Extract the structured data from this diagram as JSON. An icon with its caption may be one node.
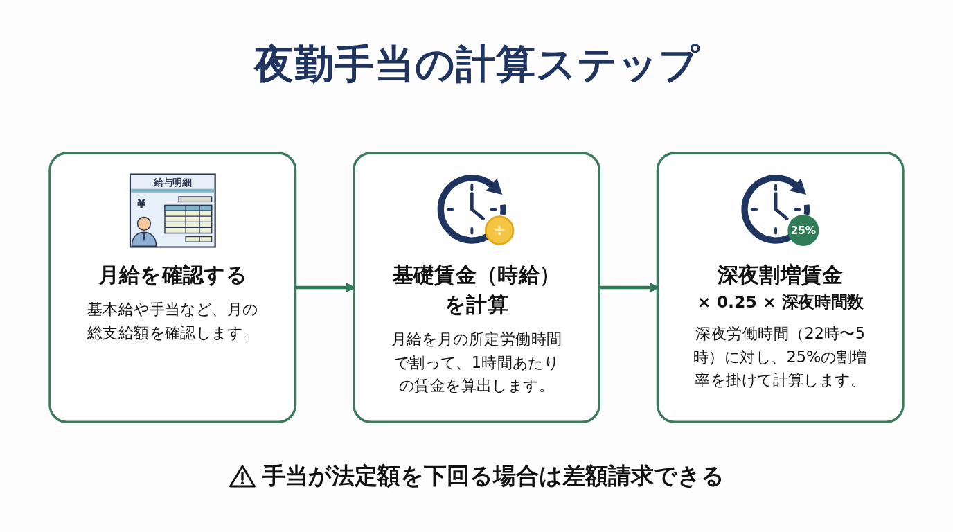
{
  "diagram": {
    "title": "夜勤手当の計算ステップ",
    "nodes": [
      {
        "text": [
          "給与明細",
          "¥",
          "月給を確認する",
          "基本給や手当など、月の総支給額を確認します。"
        ]
      },
      {
        "text": [
          "÷",
          "基礎賃金（時給）を計算",
          "月給を月の所定労働時間で割って、1時間あたりの賃金を算出します。"
        ]
      },
      {
        "text": [
          "25%",
          "深夜割増賃金",
          "× 0.25 × 深夜時間数",
          "深夜労働時間（22時〜5時）に対し、25%の割増率を掛けて計算します。"
        ]
      }
    ],
    "edges": [
      {
        "from": 0,
        "to": 1,
        "arrow": "to"
      },
      {
        "from": 1,
        "to": 2,
        "arrow": "to"
      }
    ],
    "labels": [
      "手当が法定額を下回る場合は差額請求できる"
    ]
  }
}
